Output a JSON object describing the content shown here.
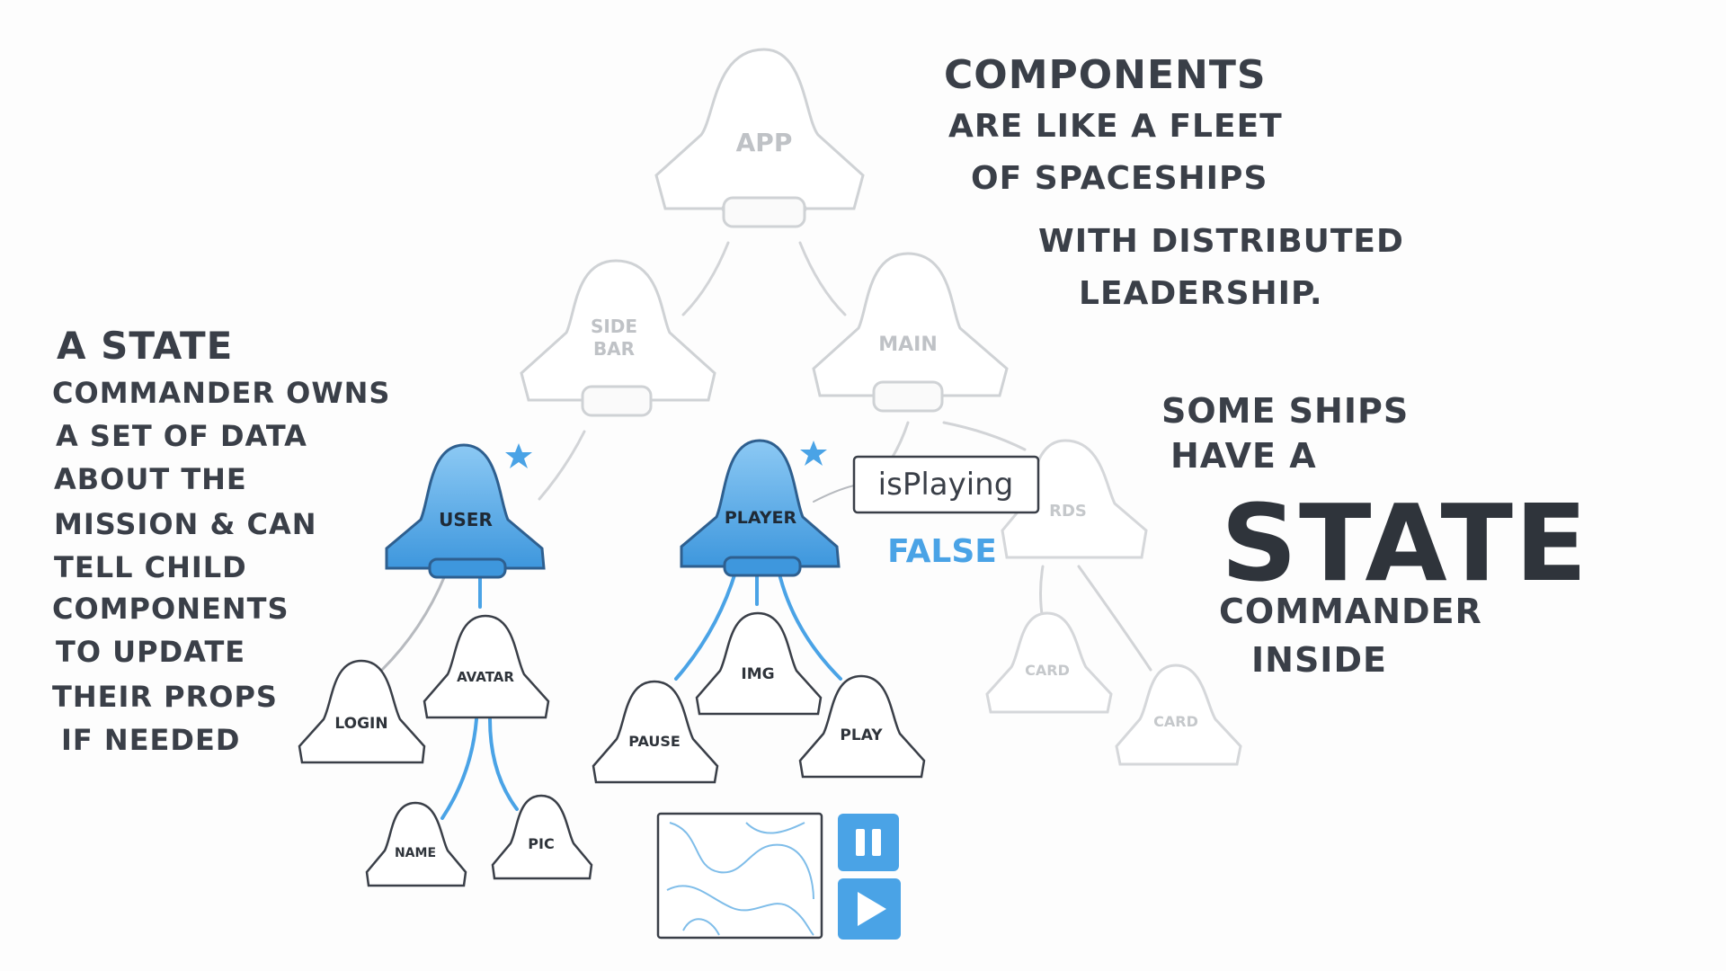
{
  "headline": {
    "line1": "Components",
    "line2": "are like a fleet",
    "line3": "of spaceships",
    "line4": "with distributed",
    "line5": "leadership."
  },
  "left_note": {
    "lines": [
      "A state",
      "commander owns",
      "a set of data",
      "about the",
      "mission & can",
      "tell child",
      "components",
      "to update",
      "their props",
      "if needed"
    ]
  },
  "right_note": {
    "line1": "Some ships",
    "line2": "have a",
    "line3": "STATE",
    "line4": "commander",
    "line5": "inside"
  },
  "ships": {
    "app": "APP",
    "sidebar": [
      "SIDE",
      "BAR"
    ],
    "main": "MAIN",
    "user": "USER",
    "player": "PLAYER",
    "cards": "RDS",
    "card_a": "CARD",
    "card_b": "CARD",
    "login": "LOGIN",
    "avatar": "AVATAR",
    "name": "NAME",
    "pic": "PIC",
    "pause": "PAUSE",
    "img": "IMG",
    "play": "PLAY"
  },
  "state_tag": {
    "label": "isPlaying",
    "value": "FALSE"
  },
  "controls": {
    "pause": "pause-icon",
    "play": "play-icon"
  },
  "colors": {
    "ink": "#3a3f48",
    "accent": "#4aa3e6",
    "faded": "#bfc2c6"
  }
}
